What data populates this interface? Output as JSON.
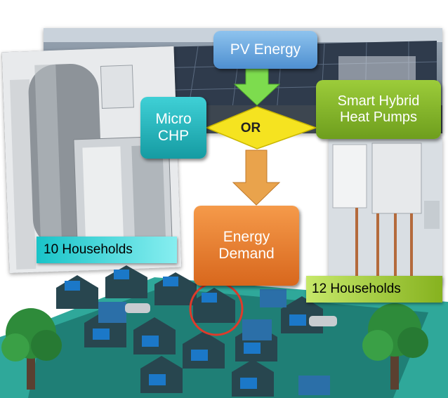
{
  "nodes": {
    "pv_energy": "PV Energy",
    "micro_chp": "Micro\nCHP",
    "smart_hybrid": "Smart Hybrid\nHeat Pumps",
    "or": "OR",
    "energy_demand": "Energy\nDemand"
  },
  "labels": {
    "households_10": "10 Households",
    "households_12": "12 Households"
  },
  "colors": {
    "pv": "#5a9bd8",
    "chp": "#1fb5bb",
    "hybrid": "#7fb02a",
    "demand": "#e27a2c",
    "or_diamond": "#f5e320",
    "arrow_green": "#7ddc4e",
    "arrow_orange": "#e9a34c",
    "highlight_circle": "#e03a2a"
  }
}
